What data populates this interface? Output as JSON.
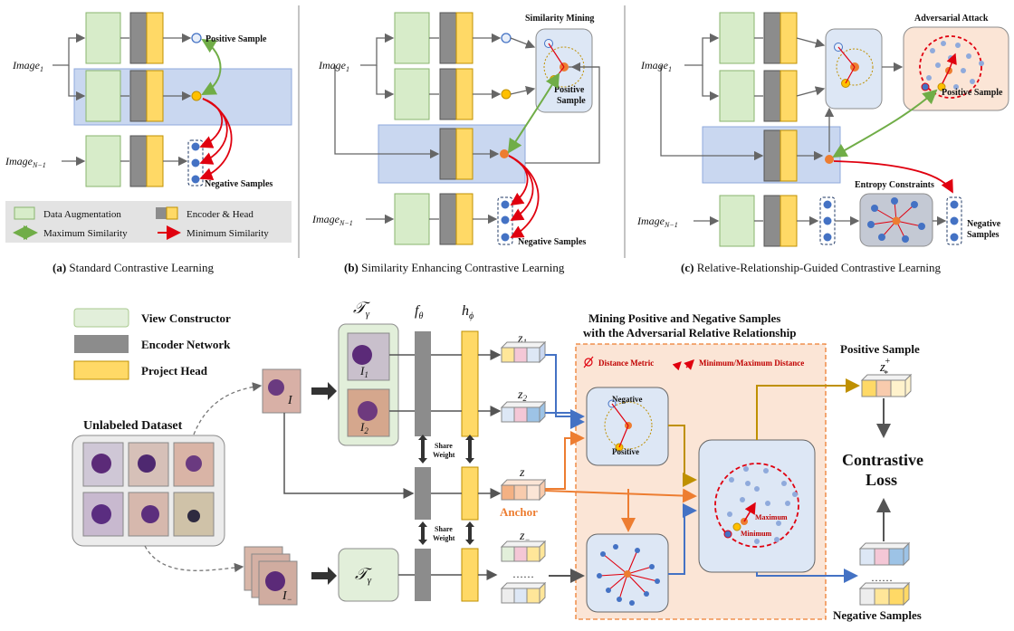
{
  "colors": {
    "augment": "#d7ecc9",
    "encoder": "#8c8c8c",
    "head": "#ffd966",
    "highlight": "#c9d7f0",
    "positive_arrow": "#70ad47",
    "negative_arrow": "#e0000f",
    "orange": "#ed7d31",
    "blue_dot": "#4472c4",
    "mining_bg": "#fbe5d6"
  },
  "panel_a": {
    "caption_bold": "(a)",
    "caption": "Standard Contrastive Learning",
    "image1": "Image",
    "image1_sub": "1",
    "imageN": "Image",
    "imageN_sub": "N−1",
    "positive_label": "Positive Sample",
    "negative_label": "Negative Samples"
  },
  "legend_a": {
    "augment": "Data Augmentation",
    "encoder": "Encoder & Head",
    "max_sim": "Maximum Similarity",
    "min_sim": "Minimum Similarity"
  },
  "panel_b": {
    "caption_bold": "(b)",
    "caption": "Similarity Enhancing Contrastive Learning",
    "mining_title": "Similarity Mining",
    "positive_label_1": "Positive",
    "positive_label_2": "Sample",
    "image1": "Image",
    "image1_sub": "1",
    "imageN": "Image",
    "imageN_sub": "N−1",
    "negative_label": "Negative Samples"
  },
  "panel_c": {
    "caption_bold": "(c)",
    "caption": "Relative-Relationship-Guided Contrastive Learning",
    "attack_title": "Adversarial Attack",
    "attack_positive": "Positive Sample",
    "entropy_title": "Entropy Constraints",
    "image1": "Image",
    "image1_sub": "1",
    "imageN": "Image",
    "imageN_sub": "N−1",
    "negative_label_1": "Negative",
    "negative_label_2": "Samples"
  },
  "bottom": {
    "legend": {
      "view": "View Constructor",
      "encoder": "Encoder Network",
      "head": "Project Head"
    },
    "unlabeled": "Unlabeled Dataset",
    "T_gamma": "𝒯",
    "T_gamma_sub": "γ",
    "f_theta": "f",
    "f_theta_sub": "θ",
    "h_phi": "h",
    "h_phi_sub": "ϕ",
    "I": "I",
    "I1_sub": "1",
    "I2_sub": "2",
    "I_minus_sub": "−",
    "share_weight_1": "Share",
    "share_weight_2": "Weight",
    "z": "z",
    "z1_sub": "1",
    "z2_sub": "2",
    "zminus_sub": "−",
    "dots": "……",
    "anchor": "Anchor",
    "mining_title_1": "Mining Positive and Negative Samples",
    "mining_title_2": "with the Adversarial Relative Relationship",
    "distance_metric": "Distance Metric",
    "min_max_distance": "Minimum/Maximum Distance",
    "negative": "Negative",
    "positive": "Positive",
    "maximum": "Maximum",
    "minimum": "Minimum",
    "positive_sample": "Positive Sample",
    "z_star": "z",
    "z_star_sup": "+",
    "z_star_sub": "*",
    "contrastive_1": "Contrastive",
    "contrastive_2": "Loss",
    "negative_samples": "Negative Samples"
  }
}
